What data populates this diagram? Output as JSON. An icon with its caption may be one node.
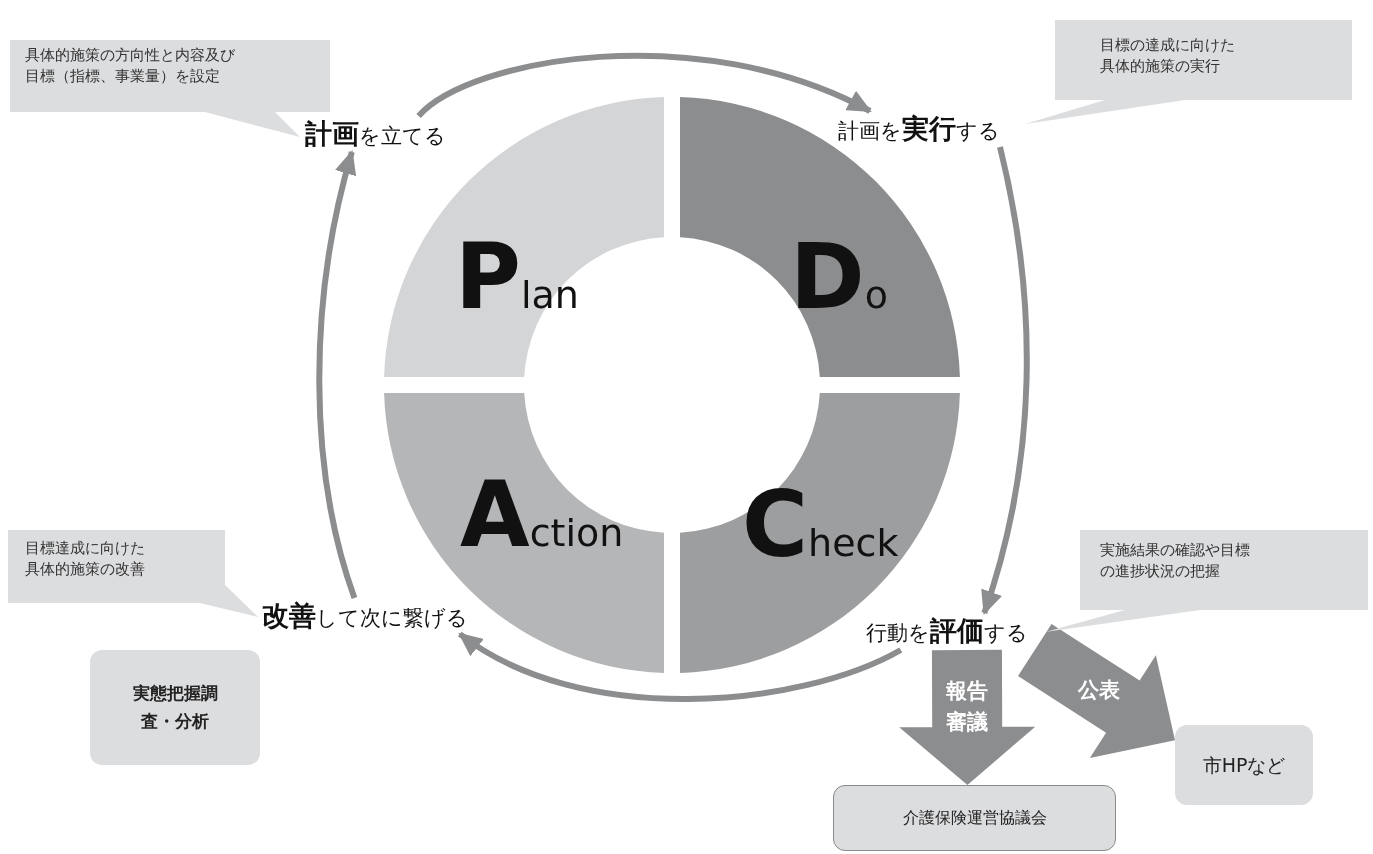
{
  "diagram": {
    "nodes": [
      {
        "text": [
          "具体的施策の方向性と内容及び目標（指標、事業量）を設定"
        ]
      },
      {
        "text": [
          "**計画**を立てる"
        ]
      },
      {
        "text": [
          "目標の達成に向けた具体的施策の実行"
        ]
      },
      {
        "text": [
          "計画を**実行**する"
        ]
      },
      {
        "text": [
          "Plan"
        ]
      },
      {
        "text": [
          "Do"
        ]
      },
      {
        "text": [
          "Action"
        ]
      },
      {
        "text": [
          "Check"
        ]
      },
      {
        "text": [
          "目標達成に向けた具体的施策の改善"
        ]
      },
      {
        "text": [
          "**改善**して次に繋げる"
        ]
      },
      {
        "text": [
          "実施結果の確認や目標の進捗状況の把握"
        ]
      },
      {
        "text": [
          "行動を**評価**する"
        ]
      },
      {
        "text": [
          "実態把握調査・分析"
        ]
      },
      {
        "text": [
          "市HPなど"
        ]
      },
      {
        "text": [
          "介護保険運営協議会"
        ]
      }
    ],
    "edges": [
      {
        "from": 1,
        "to": 3,
        "arrow": "to"
      },
      {
        "from": 3,
        "to": 11,
        "arrow": "to"
      },
      {
        "from": 11,
        "to": 9,
        "arrow": "to"
      },
      {
        "from": 9,
        "to": 1,
        "arrow": "to"
      },
      {
        "from": 11,
        "to": 14,
        "arrow": "to",
        "label": "報告審議",
        "style": "thick"
      },
      {
        "from": 11,
        "to": 13,
        "arrow": "to",
        "label": "公表",
        "style": "thick"
      }
    ]
  }
}
